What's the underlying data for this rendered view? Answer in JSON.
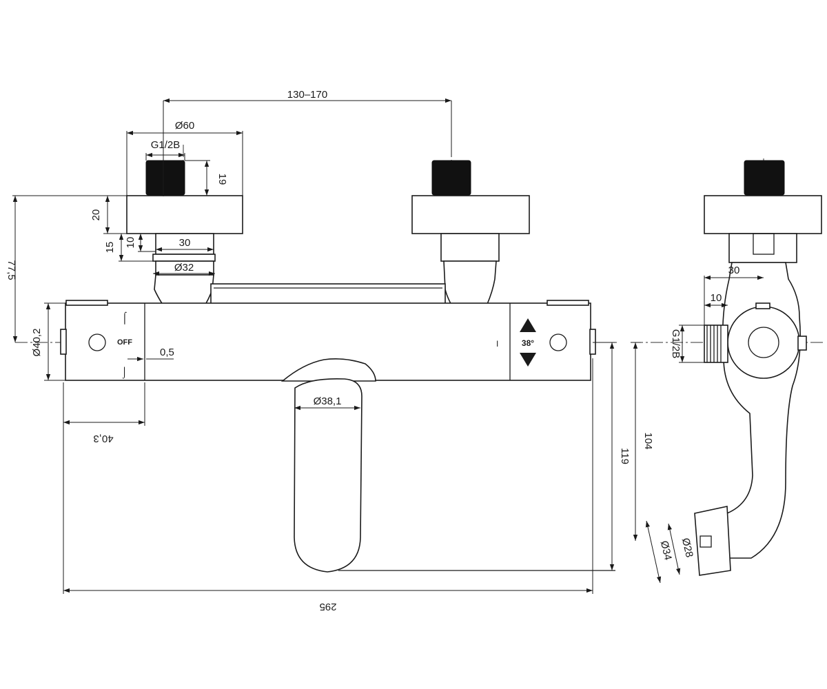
{
  "dimensions": {
    "connector_spacing": "130–170",
    "flange_diameter": "Ø60",
    "thread_front": "G1/2B",
    "thread_height": "19",
    "flange_height": "20",
    "offset_10": "10",
    "offset_15": "15",
    "nut_width": "30",
    "nut_diameter": "Ø32",
    "overall_height": "77,5",
    "body_diameter": "Ø40,2",
    "gap": "0,5",
    "handle_length": "40,3",
    "spout_diameter": "Ø38,1",
    "spout_height": "119",
    "overall_length": "295",
    "side_width_30": "30",
    "side_offset_10": "10",
    "thread_side": "G1/2B",
    "side_height": "104",
    "outlet_diameter_34": "Ø34",
    "outlet_diameter_28": "Ø28"
  },
  "labels": {
    "off": "OFF",
    "temperature": "38°",
    "mark": "I"
  }
}
